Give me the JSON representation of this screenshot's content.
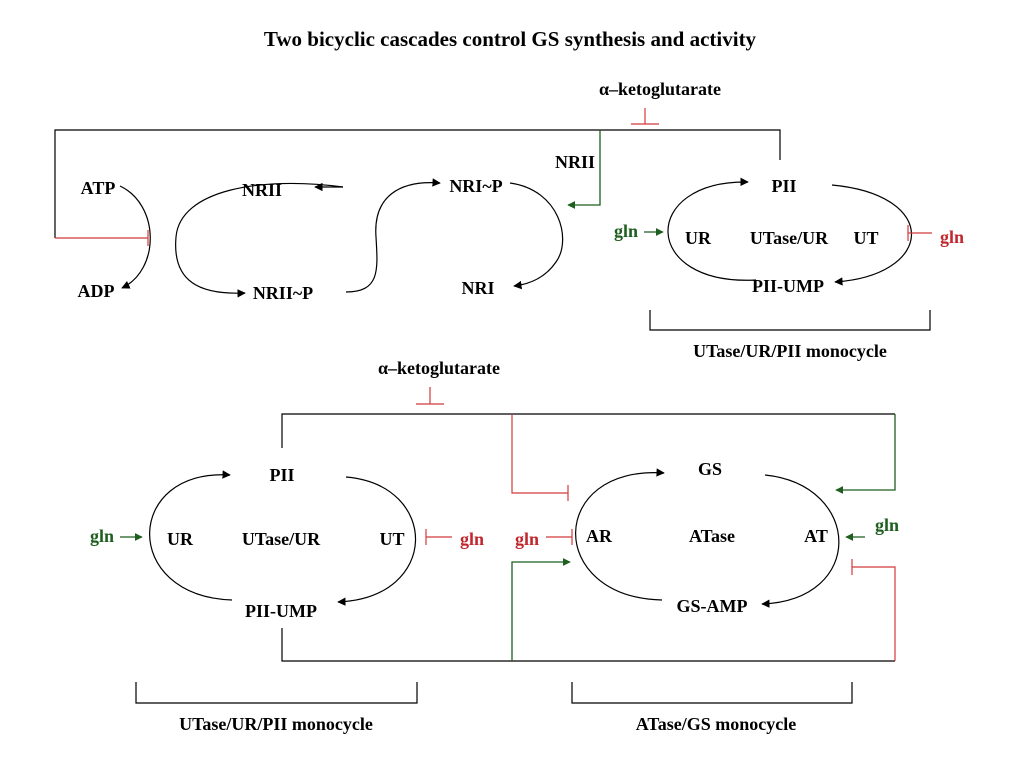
{
  "title": "Two bicyclic cascades control GS synthesis and activity",
  "top": {
    "alpha_kg": "α–ketoglutarate",
    "nrii_input": "NRII",
    "left_cycle": {
      "atp": "ATP",
      "adp": "ADP"
    },
    "middle": {
      "nrii": "NRII",
      "nrii_p": "NRII~P"
    },
    "right_cycle": {
      "nri_p": "NRI~P",
      "nri": "NRI"
    },
    "monocycle": {
      "pii": "PII",
      "pii_ump": "PII-UMP",
      "ur": "UR",
      "enzyme": "UTase/UR",
      "ut": "UT",
      "gln_in": "gln",
      "gln_inhib": "gln",
      "caption": "UTase/UR/PII monocycle"
    }
  },
  "bottom": {
    "alpha_kg": "α–ketoglutarate",
    "left_monocycle": {
      "pii": "PII",
      "pii_ump": "PII-UMP",
      "ur": "UR",
      "enzyme": "UTase/UR",
      "ut": "UT",
      "gln_in": "gln",
      "gln_inhib": "gln",
      "caption": "UTase/UR/PII monocycle"
    },
    "right_monocycle": {
      "gs": "GS",
      "gs_amp": "GS-AMP",
      "ar": "AR",
      "enzyme": "ATase",
      "at": "AT",
      "gln_inhib": "gln",
      "gln_in": "gln",
      "caption": "ATase/GS monocycle"
    }
  },
  "colors": {
    "activation": "#1e5e1e",
    "inhibition": "#c0282e",
    "line": "#000000"
  }
}
